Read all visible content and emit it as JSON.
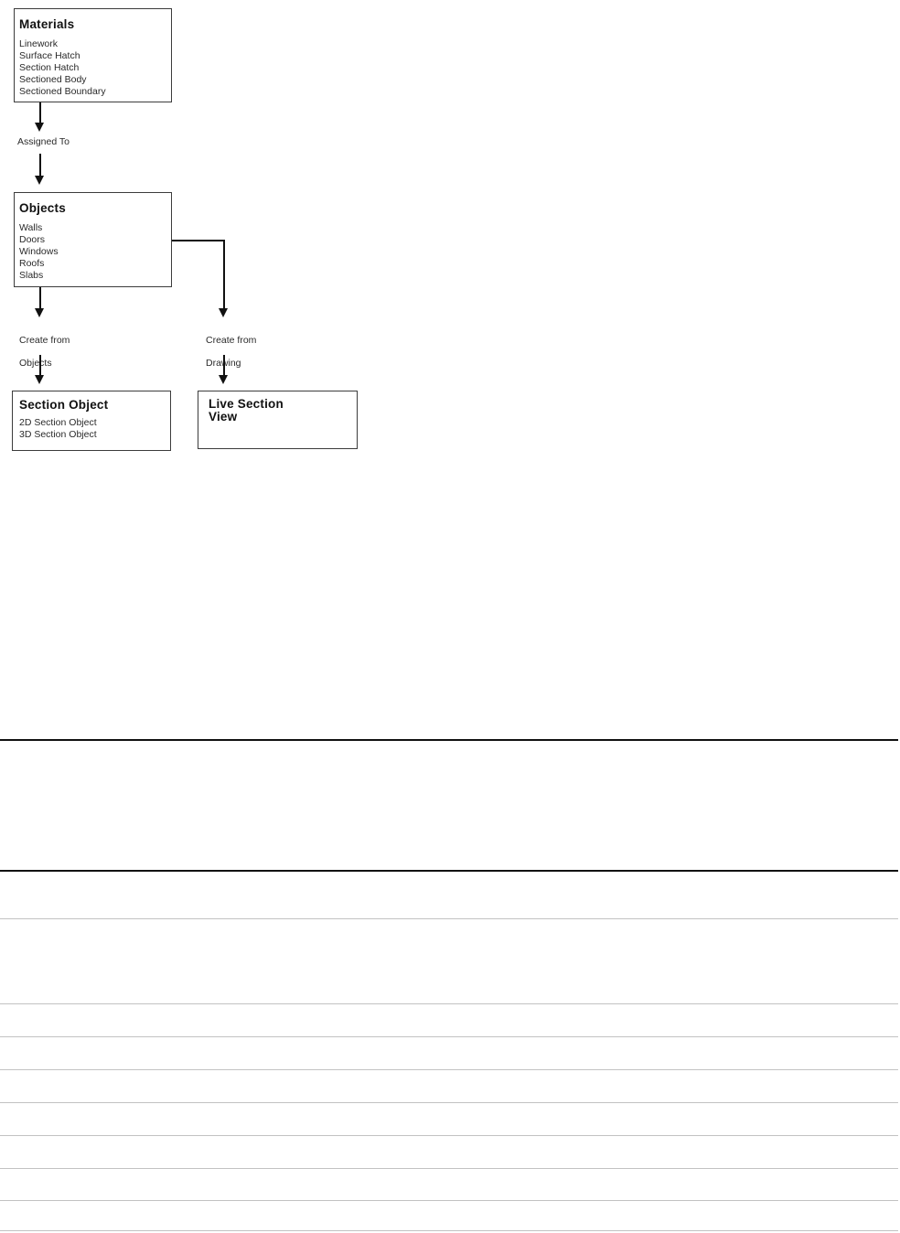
{
  "colors": {
    "box_border": "#3c3c3c",
    "text": "#1f1f1f",
    "arrow": "#111111",
    "rule_thick": "#111111",
    "rule_thin": "#c2c2c2",
    "background": "#ffffff"
  },
  "diagram": {
    "materials": {
      "title": "Materials",
      "items": [
        "Linework",
        "Surface Hatch",
        "Section Hatch",
        "Sectioned Body",
        "Sectioned Boundary"
      ]
    },
    "assigned_to_label": "Assigned To",
    "objects": {
      "title": "Objects",
      "items": [
        "Walls",
        "Doors",
        "Windows",
        "Roofs",
        "Slabs"
      ]
    },
    "create_from_objects": {
      "line1": "Create from",
      "line2": "Objects"
    },
    "create_from_drawing": {
      "line1": "Create from",
      "line2": "Drawing"
    },
    "section_object": {
      "title": "Section Object",
      "items": [
        "2D Section Object",
        "3D Section Object"
      ]
    },
    "live_section": {
      "title_line1": "Live Section",
      "title_line2": "View"
    }
  }
}
